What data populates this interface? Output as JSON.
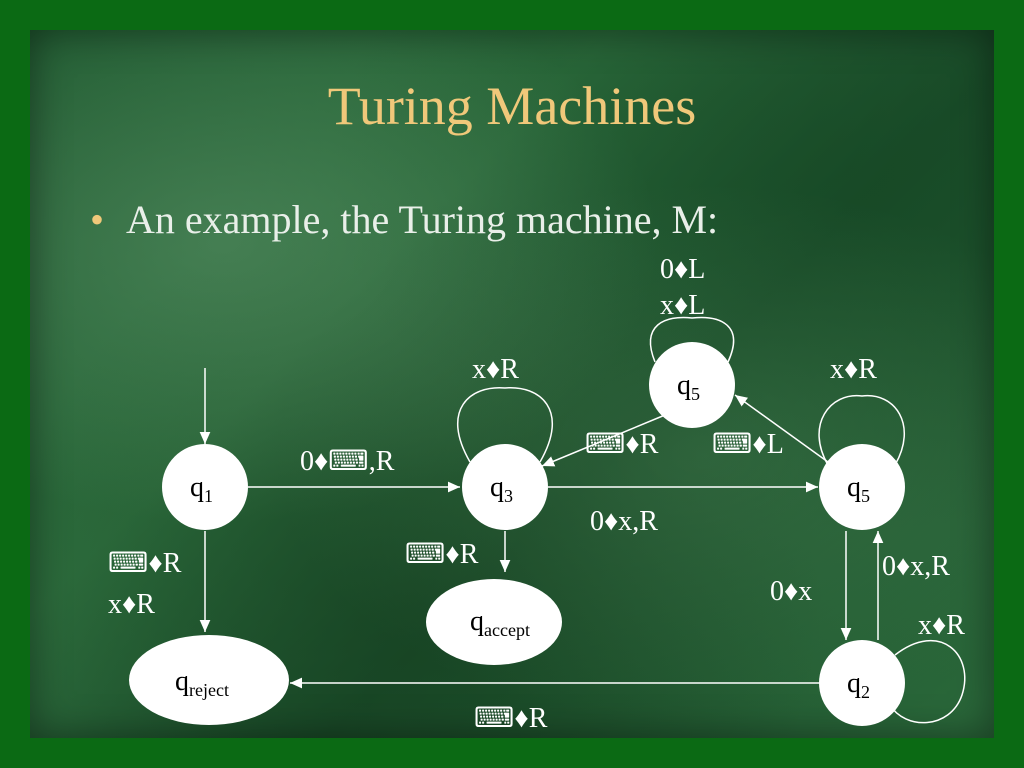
{
  "title": "Turing Machines",
  "bullet": "An example, the Turing machine, M:",
  "blank_symbol": "⌨",
  "states": {
    "q1": {
      "base": "q",
      "sub": "1"
    },
    "q3": {
      "base": "q",
      "sub": "3"
    },
    "q5_top": {
      "base": "q",
      "sub": "5"
    },
    "q5_right": {
      "base": "q",
      "sub": "5"
    },
    "q2": {
      "base": "q",
      "sub": "2"
    },
    "q_accept": {
      "base": "q",
      "sub": "accept"
    },
    "q_reject": {
      "base": "q",
      "sub": "reject"
    }
  },
  "labels": {
    "q5top_loop_1": "0♦L",
    "q5top_loop_2": "x♦L",
    "q3_loop": "x♦R",
    "q5_loop": "x♦R",
    "q1_q3": "0♦⌨,R",
    "q5top_q3": "⌨♦R",
    "q5_q5top": "⌨♦L",
    "q3_q5": "0♦x,R",
    "q3_accept": "⌨♦R",
    "q1_reject_1": "⌨♦R",
    "q1_reject_2": "x♦R",
    "q5_q2": "0♦x",
    "q2_q5": "0♦x,R",
    "q2_loop": "x♦R",
    "q2_reject": "⌨♦R"
  },
  "colors": {
    "title": "#f0c87a",
    "bullet_dot": "#f0c87a",
    "background": "#0b6a14",
    "state_fill": "#ffffff",
    "line": "#ffffff"
  }
}
